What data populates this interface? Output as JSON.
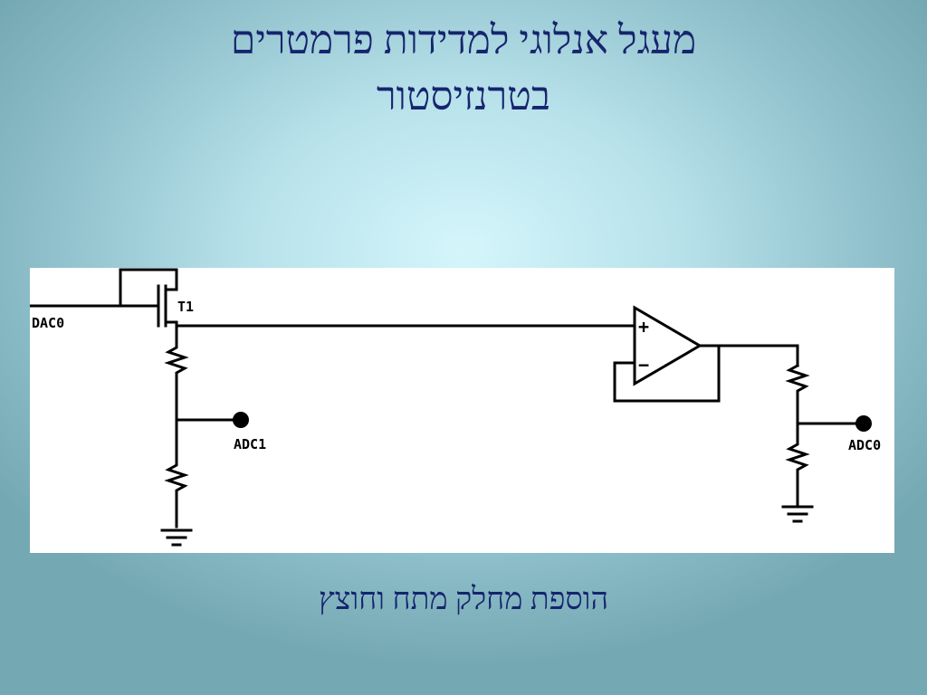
{
  "title": {
    "line1": "מעגל אנלוגי למדידות פרמטרים",
    "line2": "בטרנזיסטור"
  },
  "diagram": {
    "labels": {
      "dac0": "DAC0",
      "t1": "T1",
      "adc1": "ADC1",
      "adc0": "ADC0",
      "opamp_plus": "+",
      "opamp_minus": "−"
    }
  },
  "caption": "הוספת מחלק מתח וחוצץ",
  "colors": {
    "text": "#16256e",
    "panel": "#ffffff",
    "wire": "#000000"
  }
}
